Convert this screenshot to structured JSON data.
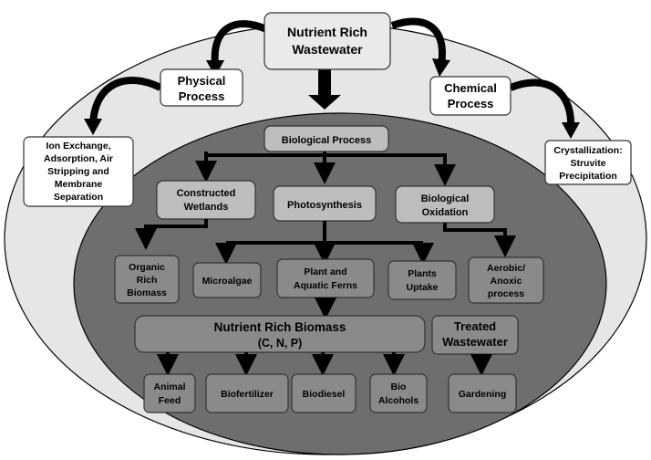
{
  "top": {
    "line1": "Nutrient Rich",
    "line2": "Wastewater"
  },
  "physical": {
    "line1": "Physical",
    "line2": "Process"
  },
  "chemical": {
    "line1": "Chemical",
    "line2": "Process"
  },
  "ion": {
    "line1": "Ion Exchange,",
    "line2": "Adsorption, Air",
    "line3": "Stripping and",
    "line4": "Membrane",
    "line5": "Separation"
  },
  "crystal": {
    "line1": "Crystallization:",
    "line2": "Struvite",
    "line3": "Precipitation"
  },
  "bio": {
    "label": "Biological Process"
  },
  "wetlands": {
    "line1": "Constructed",
    "line2": "Wetlands"
  },
  "photo": {
    "label": "Photosynthesis"
  },
  "oxid": {
    "line1": "Biological",
    "line2": "Oxidation"
  },
  "organic": {
    "line1": "Organic",
    "line2": "Rich",
    "line3": "Biomass"
  },
  "microalgae": {
    "label": "Microalgae"
  },
  "ferns": {
    "line1": "Plant and",
    "line2": "Aquatic Ferns"
  },
  "plants": {
    "line1": "Plants",
    "line2": "Uptake"
  },
  "aerobic": {
    "line1": "Aerobic/",
    "line2": "Anoxic",
    "line3": "process"
  },
  "biomass": {
    "line1": "Nutrient Rich Biomass",
    "line2": "(C, N, P)"
  },
  "treated": {
    "line1": "Treated",
    "line2": "Wastewater"
  },
  "feed": {
    "line1": "Animal",
    "line2": "Feed"
  },
  "biofert": {
    "label": "Biofertilizer"
  },
  "biodiesel": {
    "label": "Biodiesel"
  },
  "alcohols": {
    "line1": "Bio",
    "line2": "Alcohols"
  },
  "gardening": {
    "label": "Gardening"
  }
}
